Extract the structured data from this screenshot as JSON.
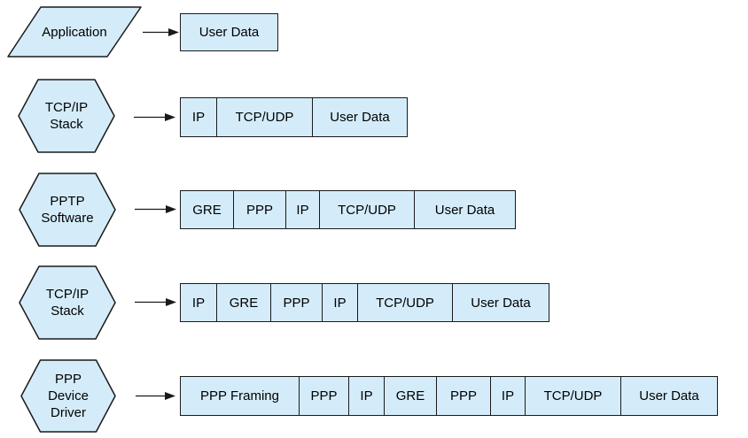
{
  "colors": {
    "shape_fill": "#d4ecfa",
    "shape_border": "#1a1a1a",
    "text": "#000000",
    "background": "#ffffff"
  },
  "rows": [
    {
      "stage": "Application",
      "shape": "parallelogram",
      "stage_lines": [
        "Application"
      ],
      "cells": [
        "User Data"
      ]
    },
    {
      "stage": "TCP/IP Stack",
      "shape": "hexagon",
      "stage_lines": [
        "TCP/IP",
        "Stack"
      ],
      "cells": [
        "IP",
        "TCP/UDP",
        "User Data"
      ]
    },
    {
      "stage": "PPTP Software",
      "shape": "hexagon",
      "stage_lines": [
        "PPTP",
        "Software"
      ],
      "cells": [
        "GRE",
        "PPP",
        "IP",
        "TCP/UDP",
        "User Data"
      ]
    },
    {
      "stage": "TCP/IP Stack",
      "shape": "hexagon",
      "stage_lines": [
        "TCP/IP",
        "Stack"
      ],
      "cells": [
        "IP",
        "GRE",
        "PPP",
        "IP",
        "TCP/UDP",
        "User Data"
      ]
    },
    {
      "stage": "PPP Device Driver",
      "shape": "hexagon",
      "stage_lines": [
        "PPP",
        "Device",
        "Driver"
      ],
      "cells": [
        "PPP Framing",
        "PPP",
        "IP",
        "GRE",
        "PPP",
        "IP",
        "TCP/UDP",
        "User Data"
      ]
    }
  ]
}
